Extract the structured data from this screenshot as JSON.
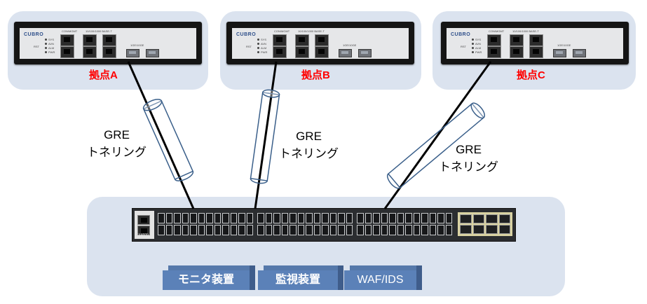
{
  "sites": [
    {
      "label": "拠点A"
    },
    {
      "label": "拠点B"
    },
    {
      "label": "拠点C"
    }
  ],
  "device": {
    "logo": "CUBRO",
    "port_labels": [
      "CON/MGMT",
      "10/100/1000 BASE-T",
      "1GE/10GE"
    ],
    "led_labels": [
      "SYS",
      "AVN",
      "ALM",
      "PWR"
    ],
    "reset_label": "RST"
  },
  "tunnels": [
    {
      "line1": "GRE",
      "line2": "トネリング"
    },
    {
      "line1": "GRE",
      "line2": "トネリング"
    },
    {
      "line1": "GRE",
      "line2": "トネリング"
    }
  ],
  "switch": {
    "model_label": "EX4600"
  },
  "appliances": [
    {
      "label": "モニタ装置"
    },
    {
      "label": "監視装置"
    },
    {
      "label": "WAF/IDS"
    }
  ],
  "colors": {
    "site_box": "#dbe3ef",
    "site_label": "#ff0000",
    "appliance": "#5b81b8",
    "tunnel_pipe": "#3a5f8a"
  }
}
